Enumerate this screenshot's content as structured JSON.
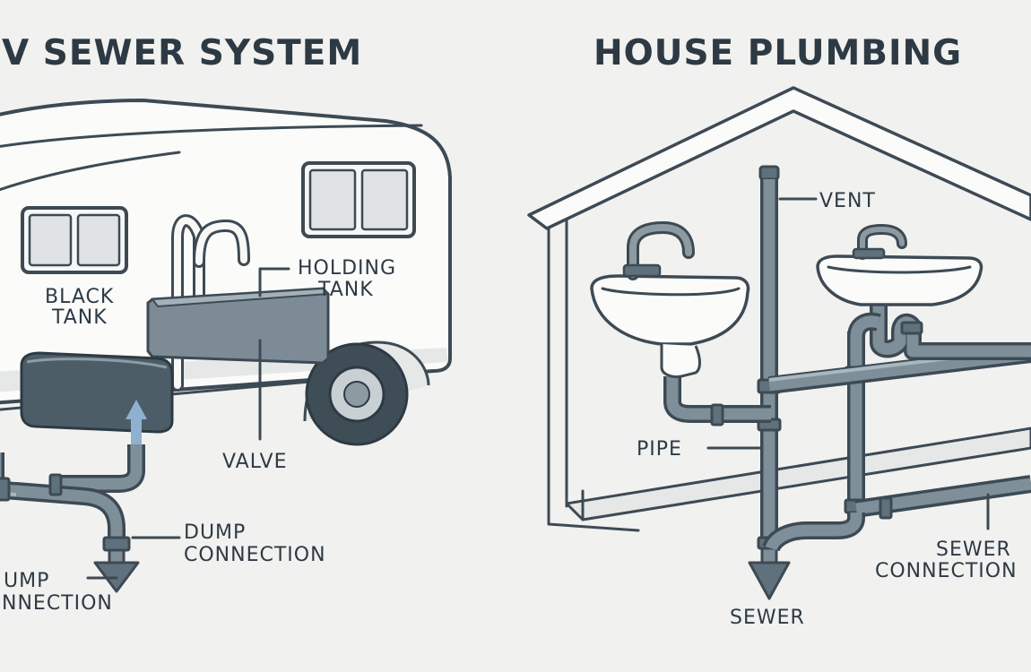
{
  "left_panel": {
    "title": "V SEWER SYSTEM",
    "labels": {
      "holding_tank_1": "HOLDING",
      "holding_tank_2": "TANK",
      "black_tank_1": "BLACK",
      "black_tank_2": "TANK",
      "valve": "VALVE",
      "dump_connection_1": "DUMP",
      "dump_connection_2": "CONNECTION",
      "dump_connection_cut_1": "UMP",
      "dump_connection_cut_2": "NNECTION"
    }
  },
  "right_panel": {
    "title": "HOUSE PLUMBING",
    "labels": {
      "vent": "VENT",
      "pipe": "PIPE",
      "sewer": "SEWER",
      "sewer_connection_1": "SEWER",
      "sewer_connection_2": "CONNECTION"
    }
  },
  "colors": {
    "background": "#f1f1ef",
    "ink": "#2d3a44",
    "pipe": "#7e8f99",
    "tank_dark": "#4c5d68",
    "tank_light": "#7c8b95",
    "arrow_blue": "#8fb0cf"
  }
}
